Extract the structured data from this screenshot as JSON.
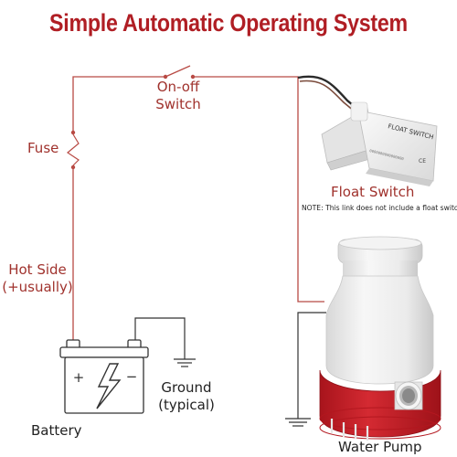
{
  "title": "Simple Automatic Operating System",
  "labels": {
    "switch_line1": "On-off",
    "switch_line2": "Switch",
    "fuse": "Fuse",
    "float_switch": "Float Switch",
    "note": "NOTE: This link does not include a float switch",
    "hot_side_line1": "Hot Side",
    "hot_side_line2": "(+usually)",
    "ground_line1": "Ground",
    "ground_line2": "(typical)",
    "battery": "Battery",
    "water_pump": "Water Pump"
  },
  "float_switch_text": {
    "brand": "FLOAT SWITCH",
    "side_text": "0000000000000000",
    "mark": "CE"
  },
  "battery_marks": {
    "plus": "+",
    "minus": "−"
  },
  "colors": {
    "title": "#b01e24",
    "label_red": "#a0322d",
    "label_dark": "#222222",
    "wire": "#b84a44",
    "black_wire": "#333333",
    "pump_white": "#efefef",
    "pump_red": "#c8202a"
  }
}
